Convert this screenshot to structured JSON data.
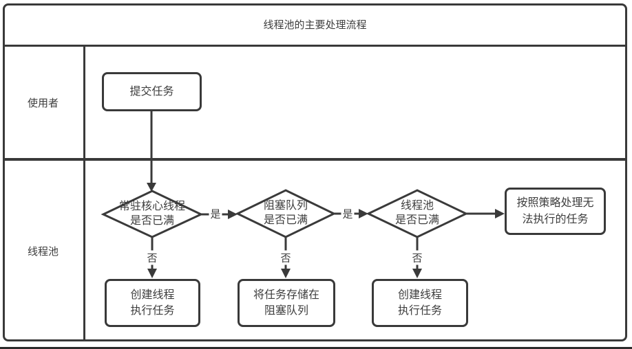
{
  "title": "线程池的主要处理流程",
  "lanes": {
    "user": "使用者",
    "pool": "线程池"
  },
  "nodes": {
    "submit": {
      "label": "提交任务"
    },
    "decision_core": {
      "line1": "常驻核心线程",
      "line2": "是否已满"
    },
    "decision_queue": {
      "line1": "阻塞队列",
      "line2": "是否已满"
    },
    "decision_pool": {
      "line1": "线程池",
      "line2": "是否已满"
    },
    "create_thread_1": {
      "line1": "创建线程",
      "line2": "执行任务"
    },
    "store_in_queue": {
      "line1": "将任务存储在",
      "line2": "阻塞队列"
    },
    "create_thread_2": {
      "line1": "创建线程",
      "line2": "执行任务"
    },
    "handle_by_policy": {
      "line1": "按照策略处理无",
      "line2": "法执行的任务"
    }
  },
  "edge_labels": {
    "yes_1": "是",
    "yes_2": "是",
    "no_1": "否",
    "no_2": "否",
    "no_3": "否"
  },
  "colors": {
    "stroke": "#3a3a3a",
    "text": "#3d3d3d",
    "background": "#ffffff"
  }
}
